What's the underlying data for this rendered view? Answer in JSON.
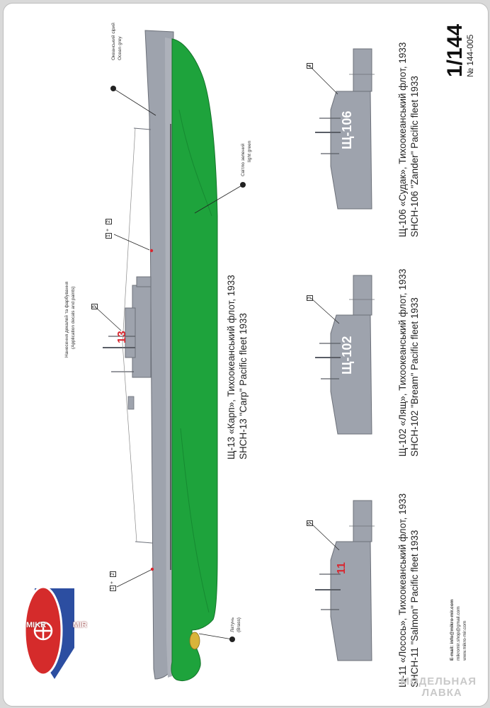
{
  "scale": "1/144",
  "catalog_number": "№ 144-005",
  "application_caption": {
    "line1": "Нанесення декалей та фарбування",
    "line2": "(Application decals and paints)"
  },
  "paints": {
    "ocean_grey": {
      "uk": "Океанський сірий",
      "en": "Ocean grey",
      "color": "#9ea3ad"
    },
    "light_green": {
      "uk": "Світло зелений",
      "en": "light green",
      "color": "#1ea33c"
    },
    "brass": {
      "uk": "Латунь",
      "en": "(Brass)",
      "color": "#d9b43a"
    }
  },
  "callouts": {
    "decal_main_1": "1",
    "decal_main_2": "2",
    "decal_main_tower": "5",
    "decal_lower_1": "1",
    "decal_lower_2": "2",
    "decal_shch106": "4",
    "decal_shch102": "3",
    "decal_shch11": "6",
    "plus": "+"
  },
  "boats": [
    {
      "id": "shch13",
      "line1": "Щ-13 «Карп», Тихоокеанський флот, 1933",
      "line2": "SHCH-13 \"Carp\" Pacific fleet 1933",
      "hull_number": "13",
      "number_color": "#d8262f"
    },
    {
      "id": "shch106",
      "line1": "Щ-106 «Судак», Тихоокеанський флот, 1933",
      "line2": "SHCH-106 \"Zander\" Pacific fleet 1933",
      "hull_number": "Щ-106",
      "number_color": "#ffffff"
    },
    {
      "id": "shch102",
      "line1": "Щ-102 «Лящ», Тихоокеанський флот, 1933",
      "line2": "SHCH-102 \"Bream\" Pacific fleet 1933",
      "hull_number": "Щ-102",
      "number_color": "#ffffff"
    },
    {
      "id": "shch11",
      "line1": "Щ-11 «Лосось», Тихоокеанський флот, 1933",
      "line2": "SHCH-11 \"Salmon\" Pacific fleet 1933",
      "hull_number": "11",
      "number_color": "#d8262f"
    }
  ],
  "contacts": {
    "email": "E-mail: info@mikro-mir.com",
    "email2": "mikromir.shop@gmail.com",
    "web": "www.mikro-mir.com"
  },
  "logo": {
    "left": "MIKR",
    "right": "MIR",
    "red": "#d52b2b",
    "blue": "#2c4ea1"
  },
  "watermark": {
    "line1": "МОДЕЛЬНАЯ",
    "line2": "ЛАВКА"
  }
}
